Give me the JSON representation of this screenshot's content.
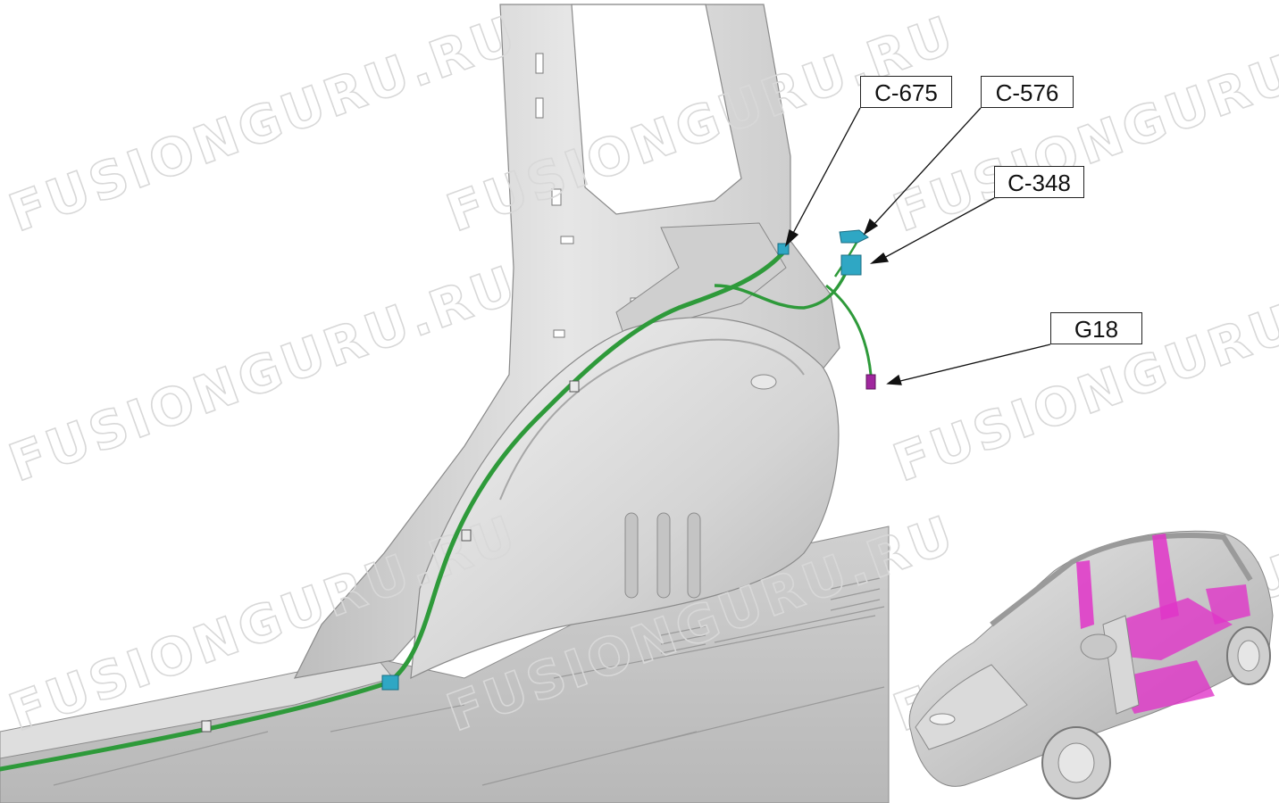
{
  "callouts": [
    {
      "id": "c675",
      "label": "C-675"
    },
    {
      "id": "c576",
      "label": "C-576"
    },
    {
      "id": "c348",
      "label": "C-348"
    },
    {
      "id": "g18",
      "label": "G18"
    }
  ],
  "watermark": {
    "text": "FUSIONGURU.RU"
  },
  "colors": {
    "harness": "#2e9a3a",
    "connector": "#2fa7c4",
    "ground": "#a0279e",
    "body_panel": "#d6d6d6",
    "thumbnail_highlight": "#e034c8"
  }
}
